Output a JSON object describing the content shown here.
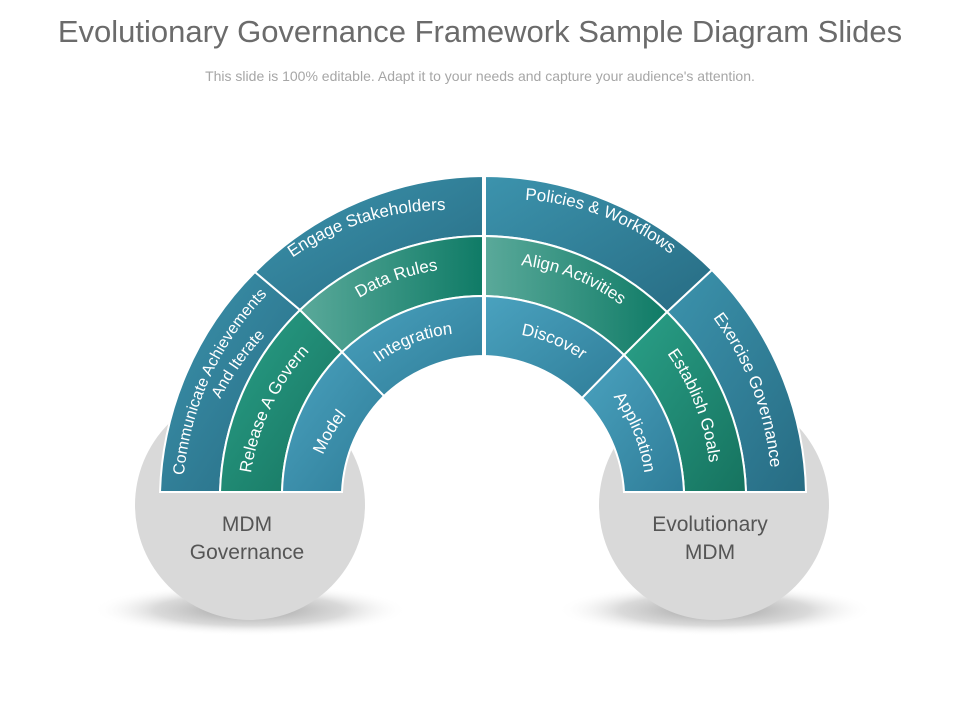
{
  "slide": {
    "title": "Evolutionary Governance Framework Sample Diagram Slides",
    "subtitle": "This slide is 100% editable. Adapt it to your needs and capture your audience's attention."
  },
  "circles": {
    "left": {
      "line1": "MDM",
      "line2": "Governance"
    },
    "right": {
      "line1": "Evolutionary",
      "line2": "MDM"
    }
  },
  "arc": {
    "outer": {
      "communicate": {
        "line1": "Communicate Achievements",
        "line2": "And Iterate"
      },
      "engage": "Engage Stakeholders",
      "policies": "Policies & Workflows",
      "exercise": "Exercise Governance"
    },
    "middle": {
      "release": "Release A Govern",
      "data_rules": "Data Rules",
      "align": "Align Activities",
      "establish": "Establish Goals"
    },
    "inner": {
      "model": "Model",
      "integration": "Integration",
      "discover": "Discover",
      "application": "Application"
    }
  },
  "colors": {
    "outer": "#2e7a92",
    "middle": "#1f8b77",
    "inner": "#3a8fac",
    "circle": "#d9d9d9",
    "title": "#6b6b6b",
    "subtitle": "#a6a6a6"
  }
}
